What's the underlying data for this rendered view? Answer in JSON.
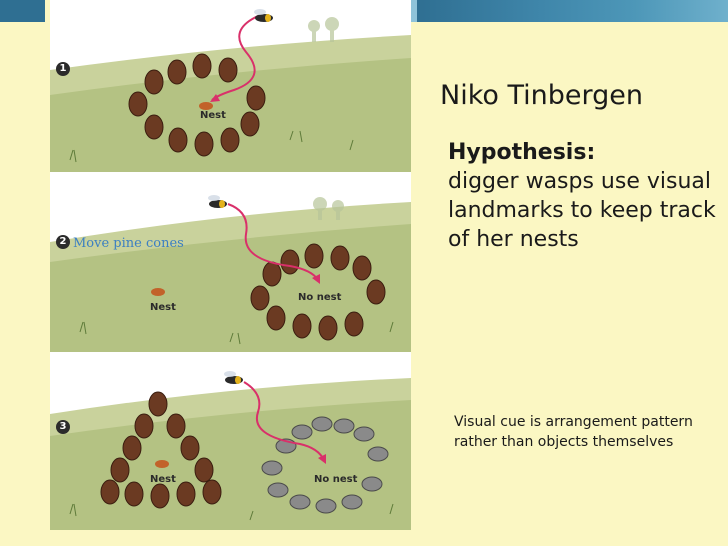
{
  "figure": {
    "steps": [
      {
        "num": "1",
        "nest_label": "Nest",
        "no_nest_label": ""
      },
      {
        "num": "2",
        "nest_label": "Nest",
        "no_nest_label": "No nest"
      },
      {
        "num": "3",
        "nest_label": "Nest",
        "no_nest_label": "No nest"
      }
    ],
    "move_label": "Move pine cones"
  },
  "slide": {
    "title": "Niko Tinbergen",
    "hypothesis_heading": "Hypothesis:",
    "hypothesis_body": "digger wasps use visual landmarks to keep track of her nests",
    "cue_note": "Visual cue is arrangement pattern rather than objects themselves"
  },
  "colors": {
    "background": "#fbf7c3",
    "topbar_dark": "#2f6f92",
    "topbar_mid": "#4d97b8",
    "topbar_light": "#8fc3d9",
    "move_label": "#3c7fc2",
    "arrow": "#d9306a"
  }
}
